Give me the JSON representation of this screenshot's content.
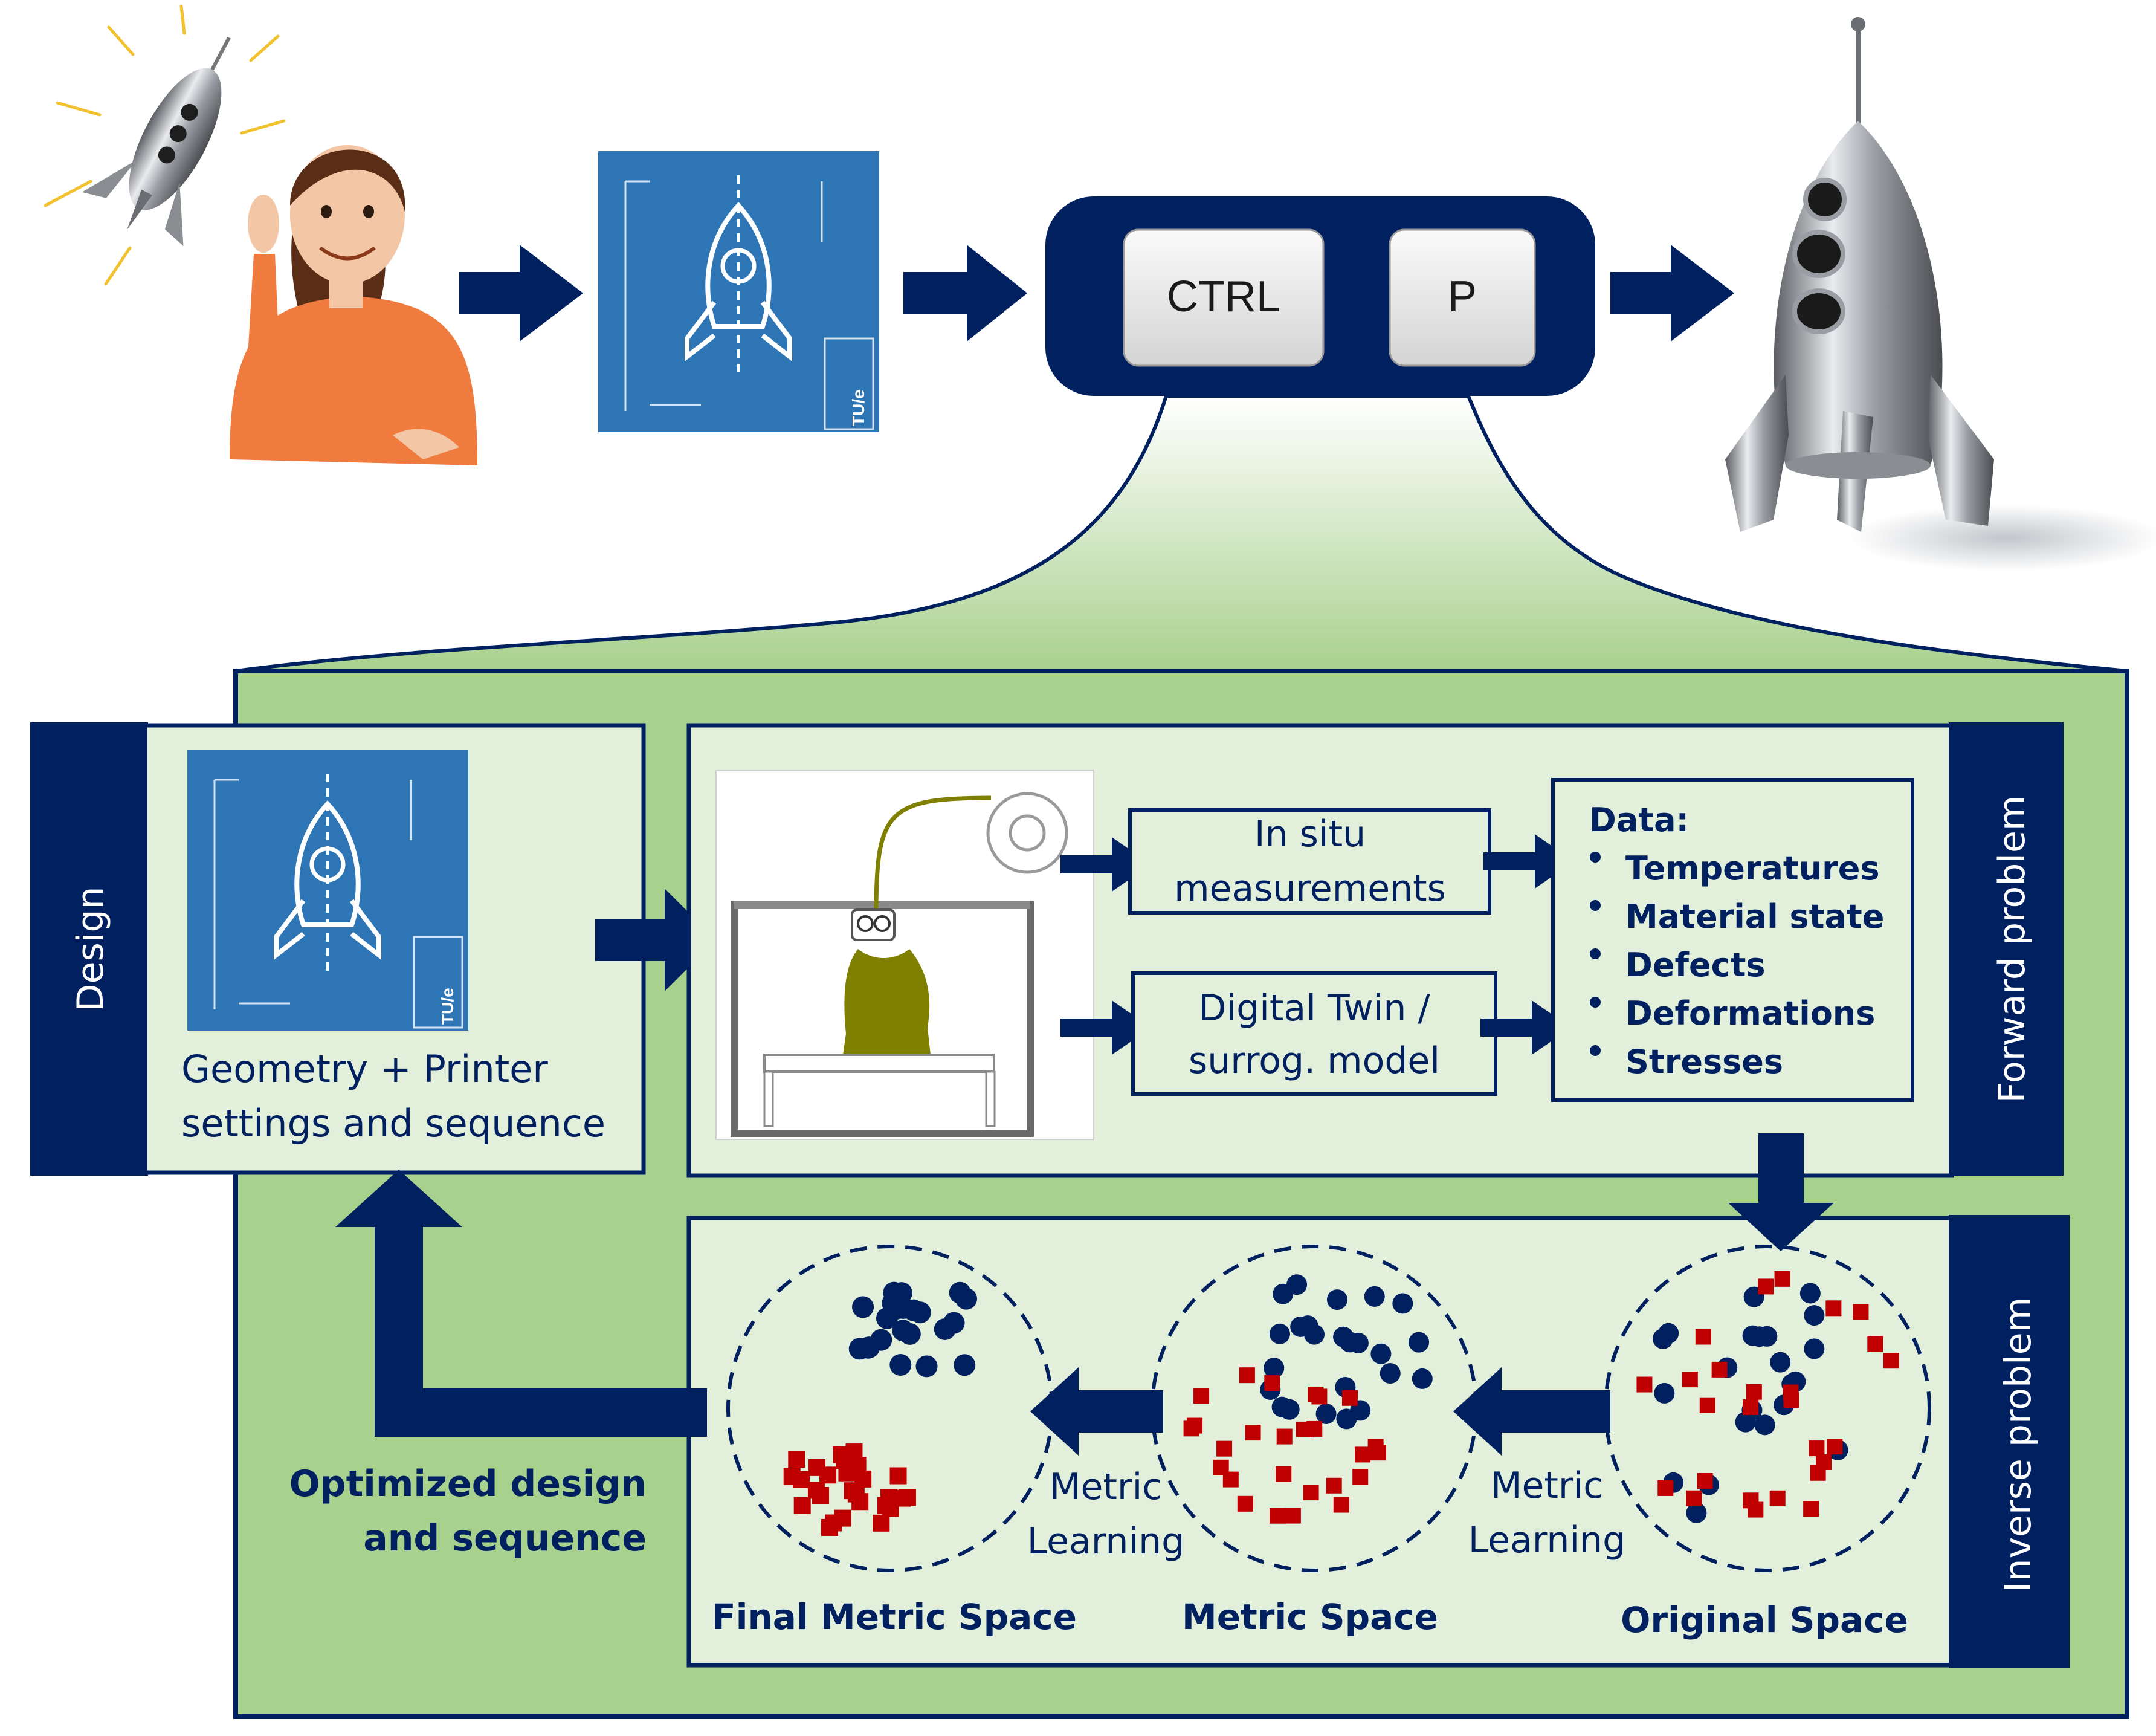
{
  "keys": {
    "ctrl": "CTRL",
    "p": "P"
  },
  "design": {
    "tab": "Design",
    "caption_line1": "Geometry + Printer",
    "caption_line2": "settings and sequence"
  },
  "forward": {
    "tab": "Forward problem",
    "insitu_line1": "In situ",
    "insitu_line2": "measurements",
    "twin_line1": "Digital Twin /",
    "twin_line2": "surrog. model",
    "data_title": "Data:",
    "data_items": [
      "Temperatures",
      "Material state",
      "Defects",
      "Deformations",
      "Stresses"
    ]
  },
  "inverse": {
    "tab": "Inverse problem",
    "optimized_line1": "Optimized design",
    "optimized_line2": "and sequence",
    "learning1_line1": "Metric",
    "learning1_line2": "Learning",
    "learning2_line1": "Metric",
    "learning2_line2": "Learning",
    "space_final": "Final Metric Space",
    "space_metric": "Metric Space",
    "space_original": "Original Space"
  },
  "blueprint_stamp": "TU/e",
  "colors": {
    "navy": "#002060",
    "green_frame": "#a9d18e",
    "green_light": "#e2efda",
    "blueprint": "#2e75b6",
    "red": "#c00000"
  }
}
